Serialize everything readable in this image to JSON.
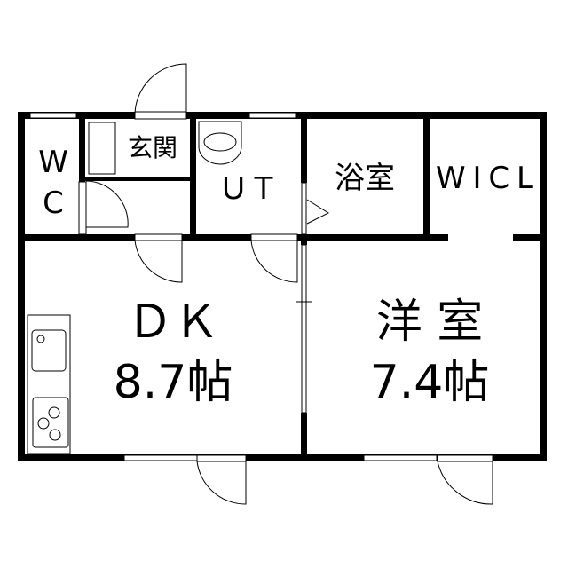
{
  "rooms": {
    "wc": {
      "line1": "W",
      "line2": "C"
    },
    "genkan": {
      "label": "玄関"
    },
    "ut": {
      "label": "ＵＴ"
    },
    "bath": {
      "label": "浴室"
    },
    "wicl": {
      "label": "WICL"
    },
    "dk": {
      "label": "ＤＫ",
      "size": "8.7帖"
    },
    "western": {
      "label": "洋 室",
      "size": "7.4帖"
    }
  }
}
